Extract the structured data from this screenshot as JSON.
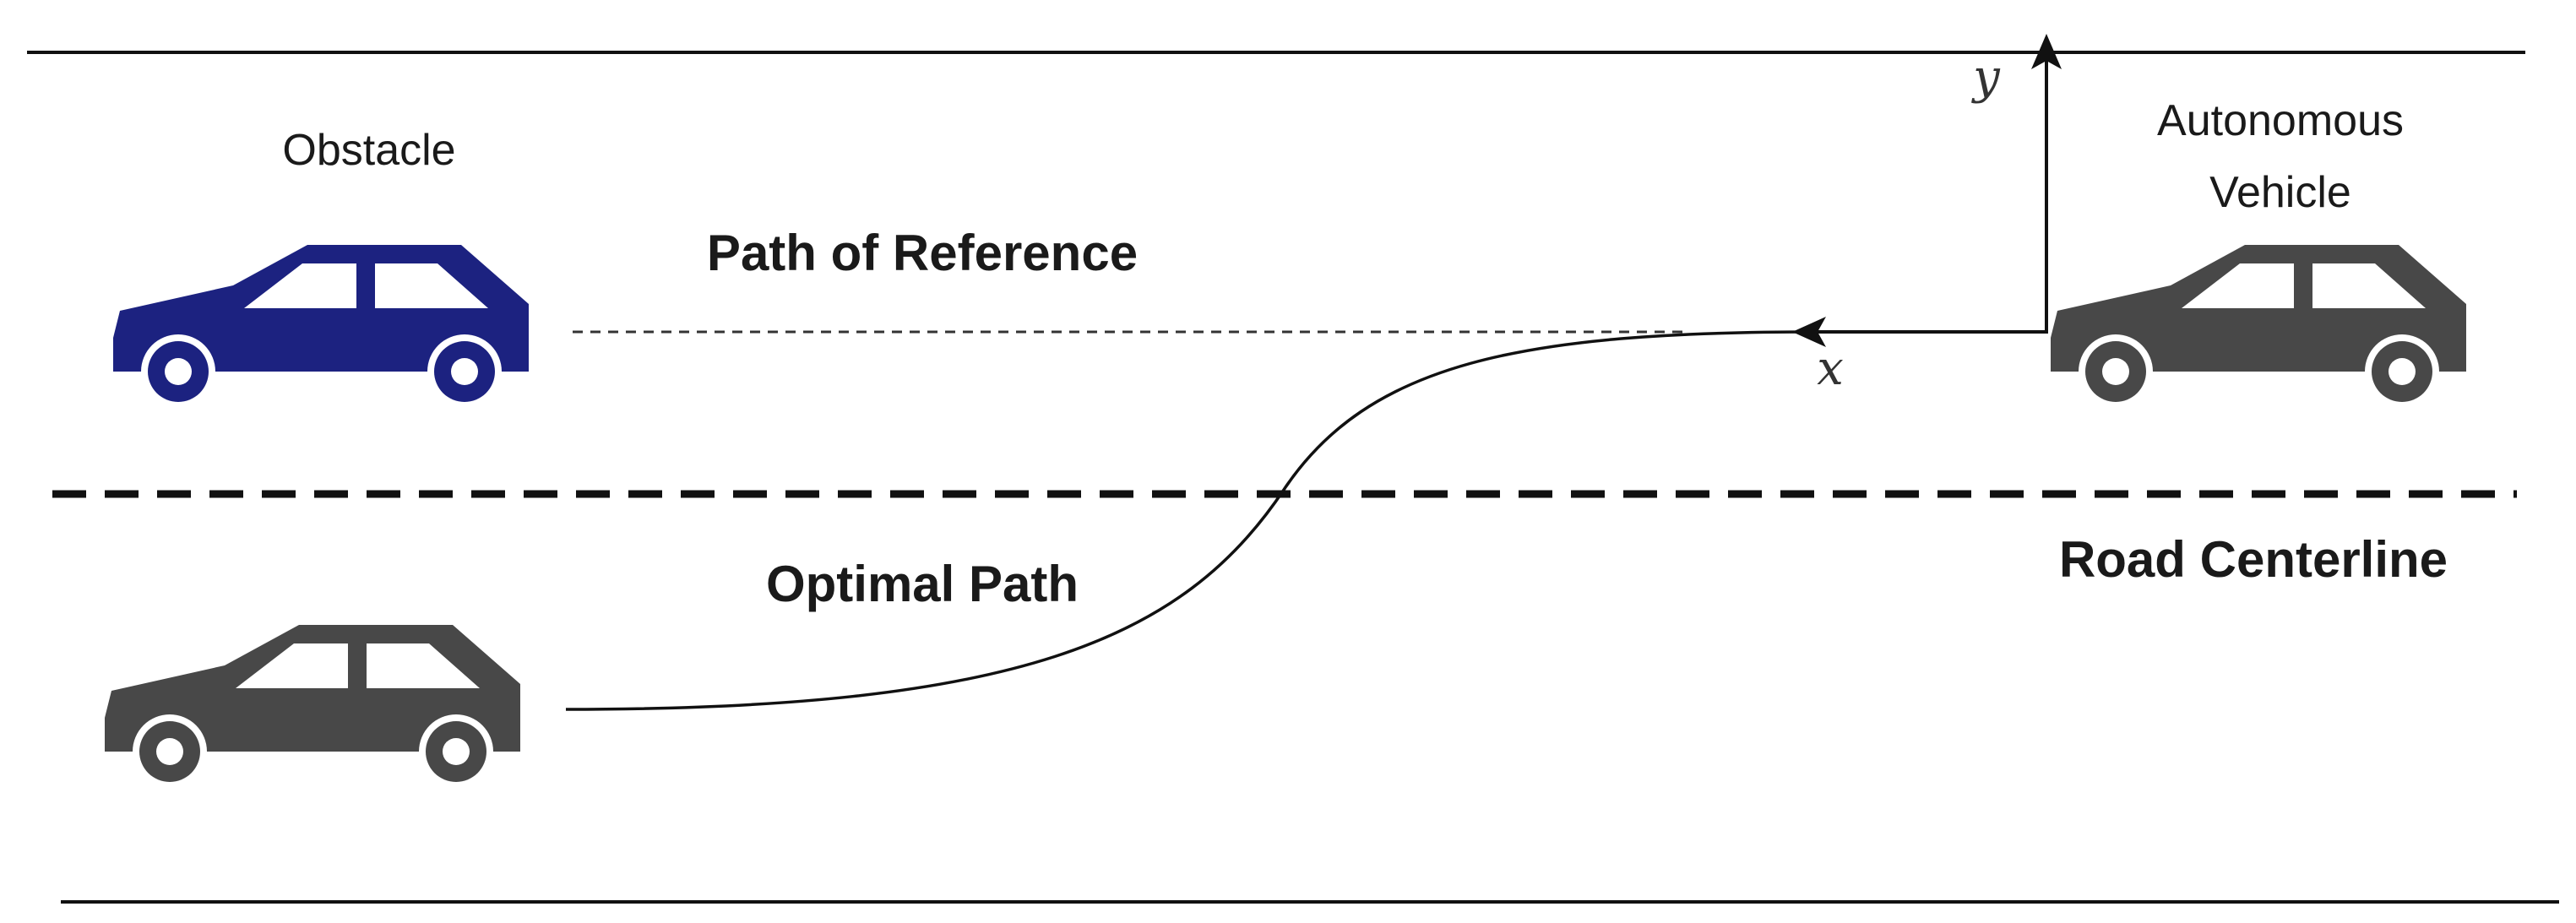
{
  "labels": {
    "obstacle": "Obstacle",
    "autonomous_line1": "Autonomous",
    "autonomous_line2": "Vehicle",
    "path_of_reference": "Path of Reference",
    "optimal_path": "Optimal Path",
    "road_centerline": "Road Centerline",
    "axis_x": "x",
    "axis_y": "y"
  },
  "colors": {
    "obstacle_car": "#1c2280",
    "vehicle_car": "#484848",
    "line": "#111111"
  },
  "icons": {
    "obstacle": "car-icon",
    "autonomous_vehicle": "car-icon",
    "optimal_position": "car-icon"
  }
}
